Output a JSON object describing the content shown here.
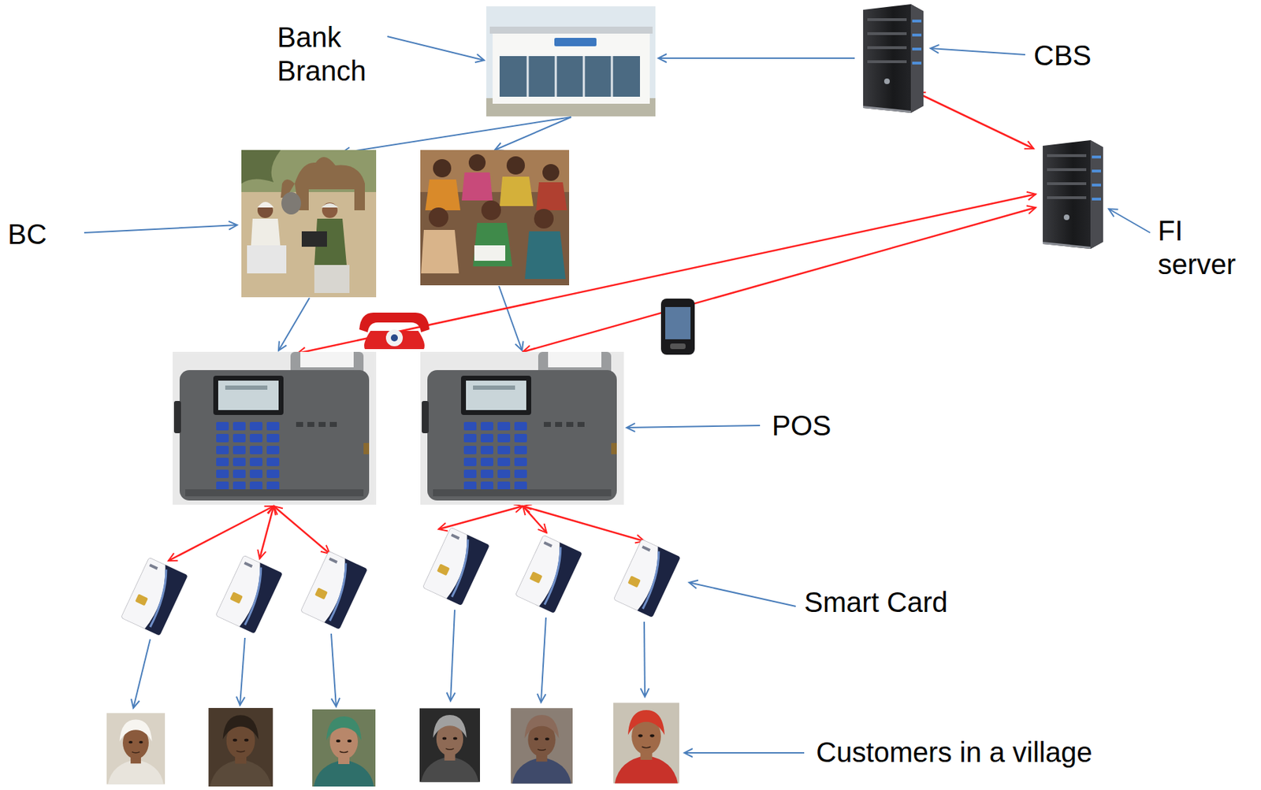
{
  "diagram": {
    "labels": [
      "Bank Branch",
      "CBS",
      "BC",
      "FI server",
      "POS",
      "Smart Card",
      "Customers in a village"
    ]
  }
}
